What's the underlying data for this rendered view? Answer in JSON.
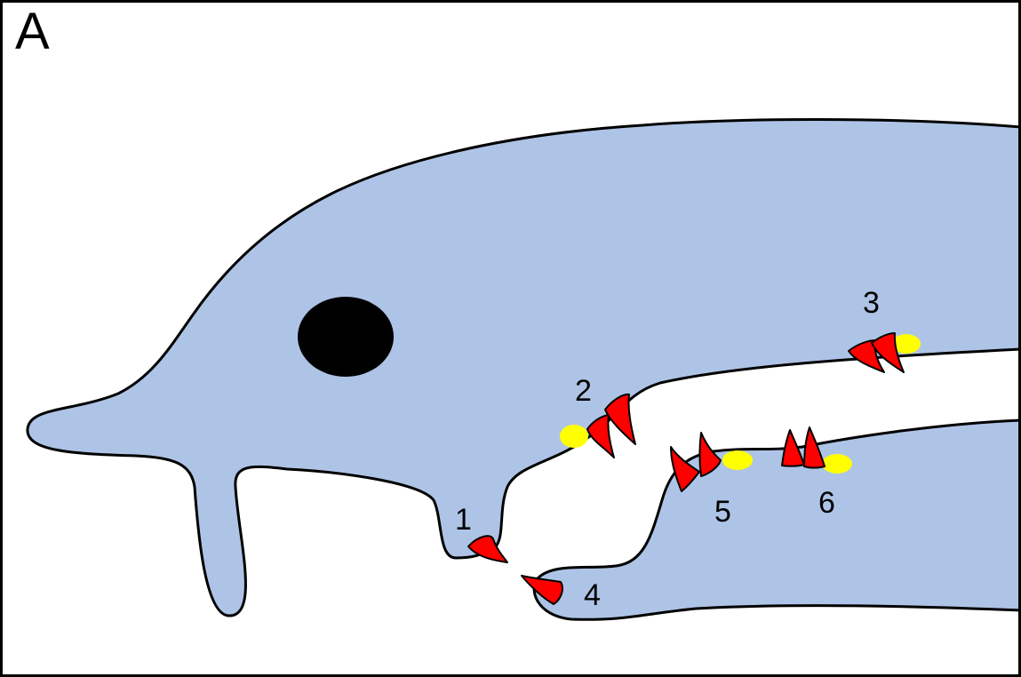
{
  "panel_label": "A",
  "colors": {
    "head": "#aec4e6",
    "outline": "#000000",
    "tooth": "#ff0000",
    "spot": "#ffff00",
    "eye": "#000000",
    "background": "#ffffff"
  },
  "tooth_labels": [
    "1",
    "2",
    "3",
    "4",
    "5",
    "6"
  ]
}
